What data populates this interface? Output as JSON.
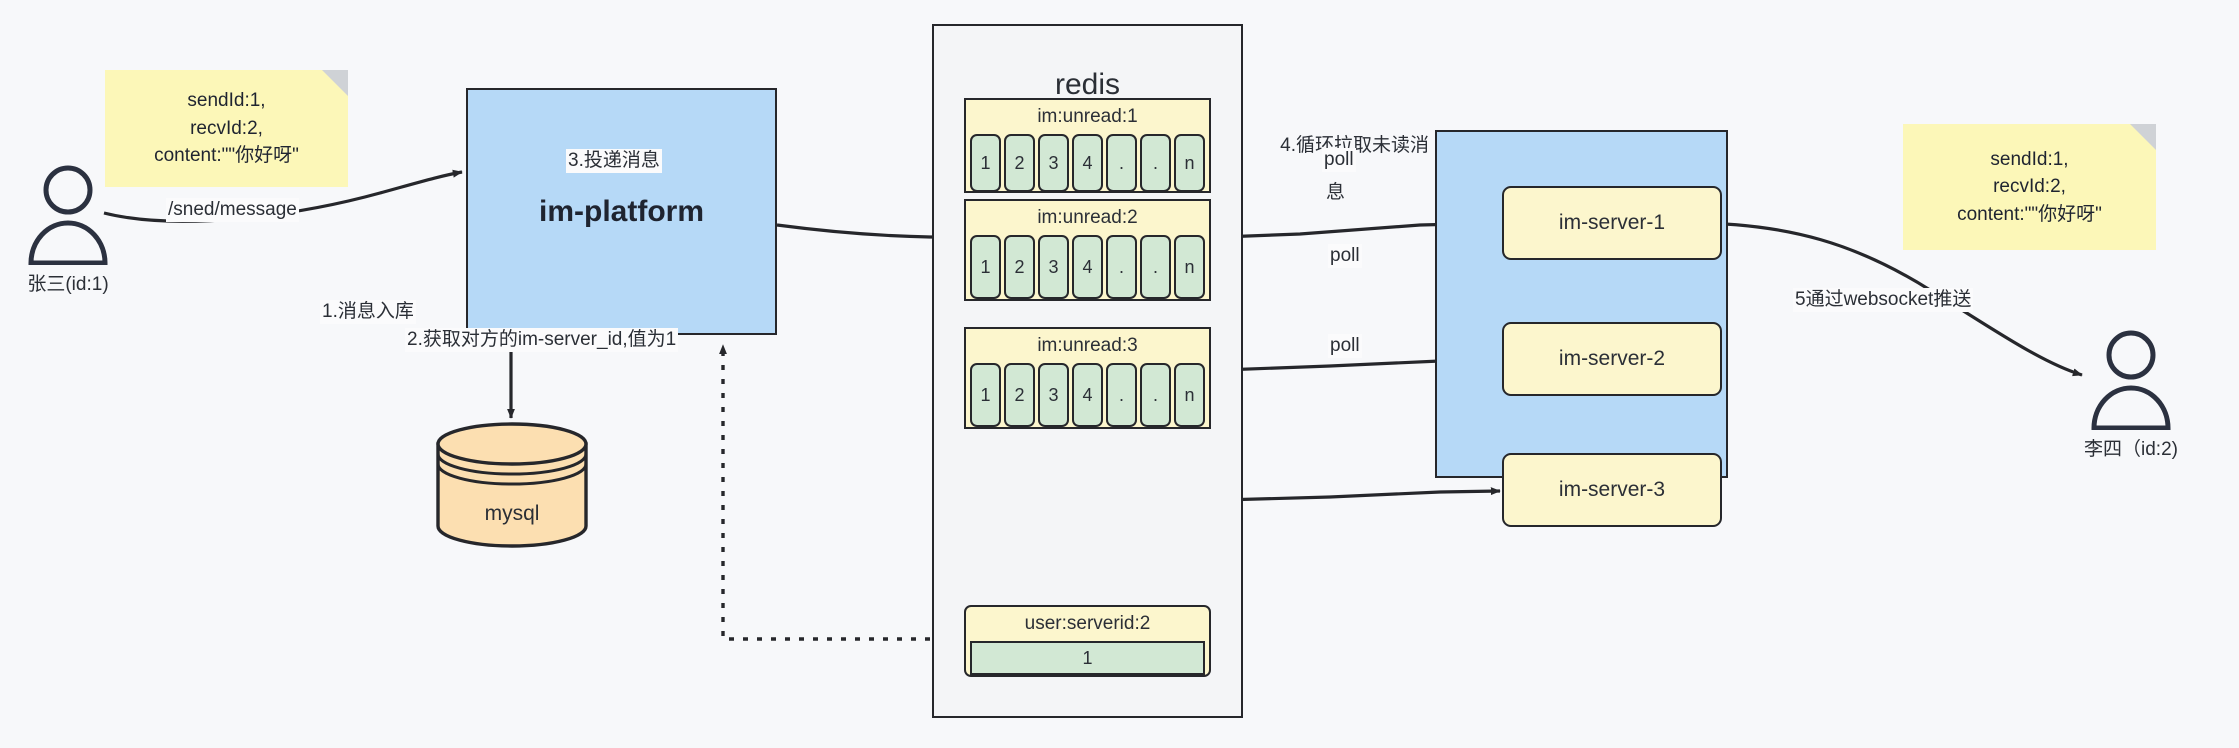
{
  "diagram": {
    "title": "IM message delivery architecture",
    "colors": {
      "blue_fill": "#b6d9f7",
      "yellow_fill": "#fcf6cd",
      "note_fill": "#fcf7b8",
      "green_fill": "#d2e8d4",
      "orange_fill": "#fcdfb1",
      "stroke": "#26272b",
      "background": "#f7f8fa"
    }
  },
  "notes": {
    "left": {
      "line1": "sendId:1,",
      "line2": "recvId:2,",
      "line3": "content:\"\"你好呀\""
    },
    "right": {
      "line1": "sendId:1,",
      "line2": "recvId:2,",
      "line3": "content:\"\"你好呀\""
    }
  },
  "actors": {
    "sender": {
      "name": "张三(id:1)",
      "icon": "user-icon"
    },
    "receiver": {
      "name": "李四（id:2)",
      "icon": "user-icon"
    }
  },
  "nodes": {
    "platform": {
      "label": "im-platform"
    },
    "mysql": {
      "label": "mysql"
    },
    "redis": {
      "title": "redis"
    },
    "server_group": {
      "title": ""
    }
  },
  "redis_keys": [
    {
      "name": "im:unread:1",
      "cells": [
        "1",
        "2",
        "3",
        "4",
        ".",
        ".",
        "n"
      ]
    },
    {
      "name": "im:unread:2",
      "cells": [
        "1",
        "2",
        "3",
        "4",
        ".",
        ".",
        "n"
      ]
    },
    {
      "name": "im:unread:3",
      "cells": [
        "1",
        "2",
        "3",
        "4",
        ".",
        ".",
        "n"
      ]
    }
  ],
  "redis_kv": {
    "name": "user:serverid:2",
    "value": "1"
  },
  "servers": [
    {
      "label": "im-server-1"
    },
    {
      "label": "im-server-2"
    },
    {
      "label": "im-server-3"
    }
  ],
  "edge_labels": {
    "send_message": "/sned/message",
    "step1": "1.消息入库",
    "step2": "2.获取对方的im-server_id,值为1",
    "step3": "3.投递消息",
    "step4_line1": "4.循环拉取未读消",
    "step4_line2": "息",
    "poll1": "poll",
    "poll2": "poll",
    "poll3": "poll",
    "step5": "5通过websocket推送"
  }
}
